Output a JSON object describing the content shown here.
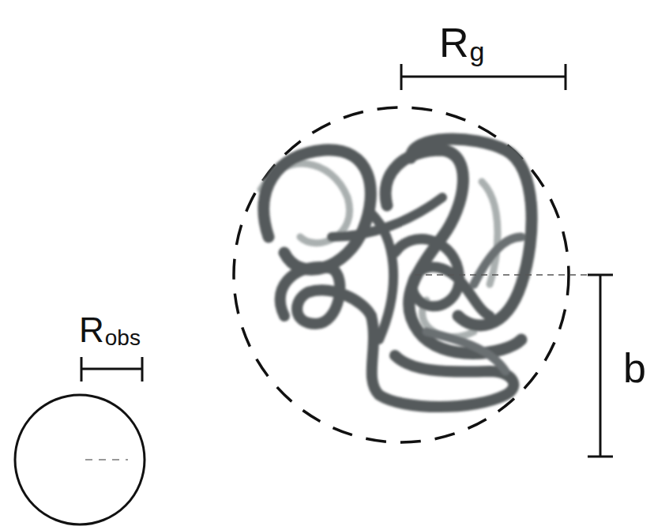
{
  "diagram": {
    "labels": [
      "R",
      "g",
      "R",
      "obs",
      "b"
    ]
  }
}
